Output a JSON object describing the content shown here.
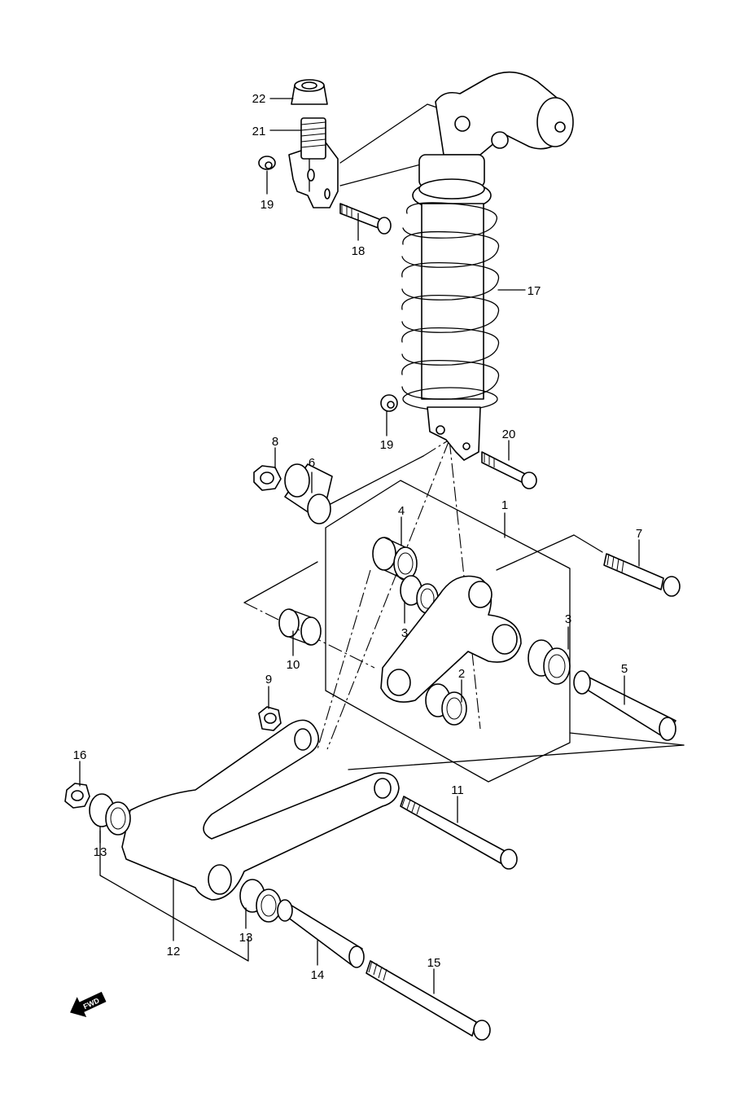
{
  "diagram": {
    "callouts": [
      "1",
      "2",
      "3",
      "3",
      "4",
      "5",
      "6",
      "7",
      "8",
      "9",
      "10",
      "11",
      "12",
      "13",
      "13",
      "14",
      "15",
      "16",
      "17",
      "18",
      "19",
      "19",
      "20",
      "21",
      "22"
    ],
    "direction_indicator": {
      "text": "FWD",
      "icon": "fwd-arrow-icon"
    }
  }
}
